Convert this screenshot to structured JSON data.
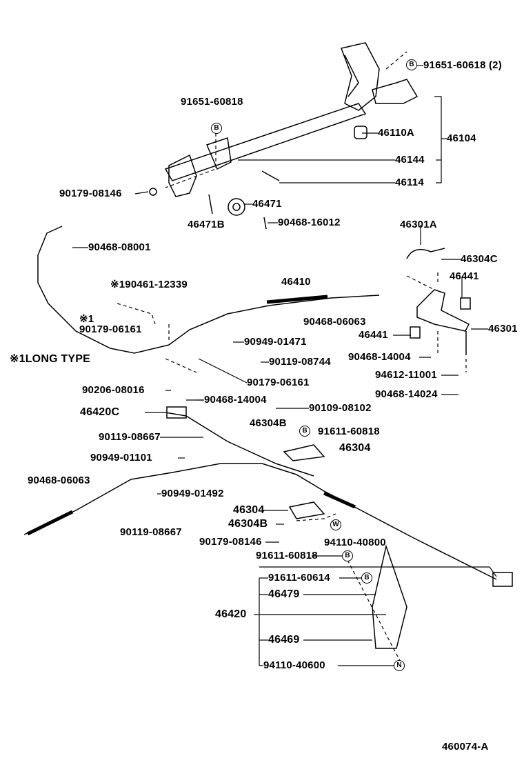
{
  "diagram_id": "460074-A",
  "labels": [
    "91651-60618 (2)",
    "91651-60818",
    "46110A",
    "46104",
    "46144",
    "46114",
    "90179-08146",
    "46471",
    "46471B",
    "90468-16012",
    "46301A",
    "90468-08001",
    "46304C",
    "46441",
    "46410",
    "※190461-12339",
    "※1",
    "90179-06161",
    "90468-06063",
    "46441",
    "46301",
    "90949-01471",
    "※1LONG TYPE",
    "90119-08744",
    "90468-14004",
    "94612-11001",
    "90179-06161",
    "90206-08016",
    "90468-14024",
    "90468-14004",
    "46420C",
    "90109-08102",
    "46304B",
    "91611-60818",
    "90119-08667",
    "46304",
    "90949-01101",
    "90468-06063",
    "90949-01492",
    "46304",
    "46304B",
    "90119-08667",
    "90179-08146",
    "94110-40800",
    "91611-60818",
    "91611-60614",
    "46479",
    "46420",
    "46469",
    "94110-40600"
  ],
  "badges": {
    "b": "B",
    "w": "W",
    "n": "N"
  }
}
